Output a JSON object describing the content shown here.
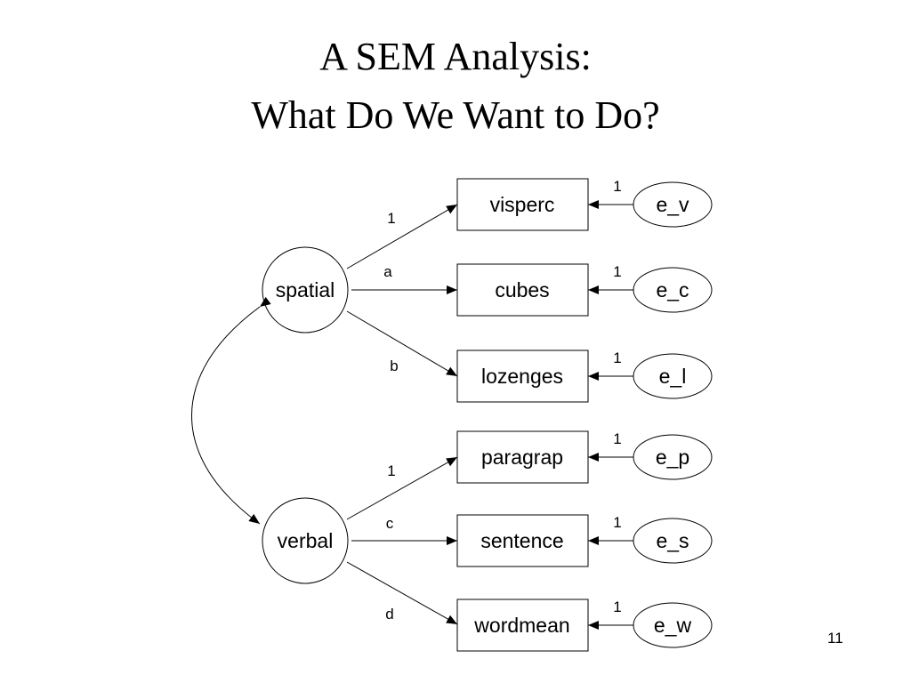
{
  "title": {
    "line1": "A SEM Analysis:",
    "line2": "What Do We Want to Do?"
  },
  "page_number": "11",
  "latent": [
    "spatial",
    "verbal"
  ],
  "observed": [
    "visperc",
    "cubes",
    "lozenges",
    "paragrap",
    "sentence",
    "wordmean"
  ],
  "errors": [
    "e_v",
    "e_c",
    "e_l",
    "e_p",
    "e_s",
    "e_w"
  ],
  "loadings": [
    "1",
    "a",
    "b",
    "1",
    "c",
    "d"
  ],
  "error_weights": [
    "1",
    "1",
    "1",
    "1",
    "1",
    "1"
  ]
}
